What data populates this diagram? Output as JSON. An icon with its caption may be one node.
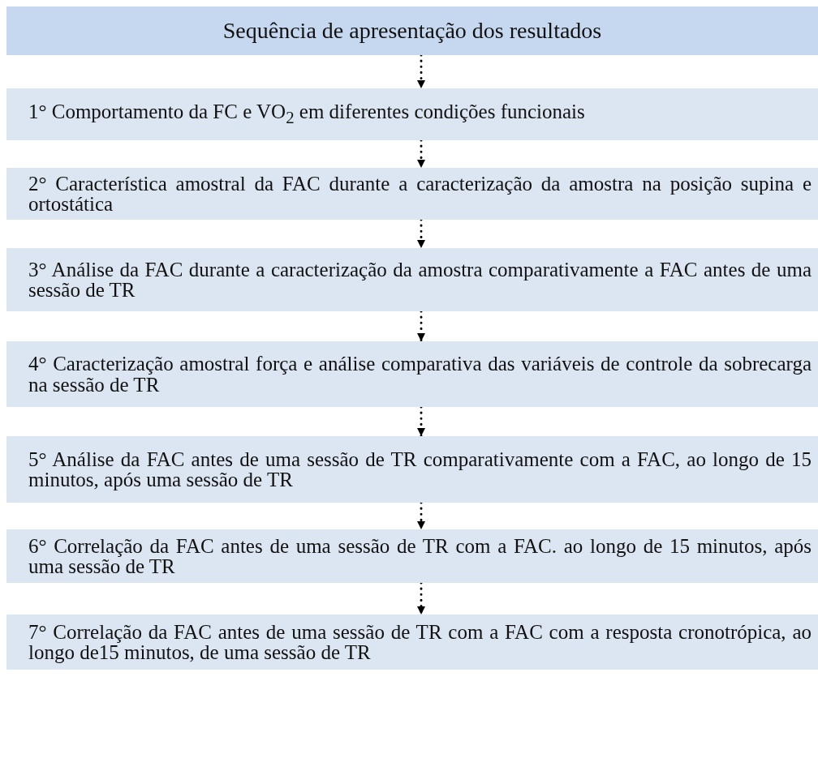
{
  "diagram": {
    "nodes": [
      {
        "text": [
          "Sequência de apresentação dos resultados"
        ]
      },
      {
        "text": [
          "1° Comportamento da FC e VO$_{2}$ em diferentes condições funcionais"
        ]
      },
      {
        "text": [
          "2° Característica amostral da FAC durante a caracterização da amostra na posição supina e ortostática"
        ]
      },
      {
        "text": [
          "3° Análise da FAC durante a caracterização da amostra comparativamente a FAC antes de uma sessão de TR"
        ]
      },
      {
        "text": [
          "4° Caracterização amostral força e análise comparativa das variáveis de controle da sobrecarga na sessão de TR"
        ]
      },
      {
        "text": [
          "5° Análise da FAC antes de uma sessão de TR comparativamente com a FAC, ao longo de 15 minutos, após uma sessão de TR"
        ]
      },
      {
        "text": [
          "6° Correlação da FAC antes de uma sessão de TR com a FAC. ao longo de 15 minutos, após uma sessão de TR"
        ]
      },
      {
        "text": [
          "7° Correlação da FAC antes de uma sessão de TR com a FAC com a resposta cronotrópica, ao longo de15 minutos, de uma sessão de TR"
        ]
      }
    ],
    "edges": [
      {
        "from": 0,
        "to": 1,
        "arrow": "to",
        "style": "dashed"
      },
      {
        "from": 1,
        "to": 2,
        "arrow": "to",
        "style": "dashed"
      },
      {
        "from": 2,
        "to": 3,
        "arrow": "to",
        "style": "dashed"
      },
      {
        "from": 3,
        "to": 4,
        "arrow": "to",
        "style": "dashed"
      },
      {
        "from": 4,
        "to": 5,
        "arrow": "to",
        "style": "dashed"
      },
      {
        "from": 5,
        "to": 6,
        "arrow": "to",
        "style": "dashed"
      },
      {
        "from": 6,
        "to": 7,
        "arrow": "to",
        "style": "dashed"
      }
    ]
  }
}
